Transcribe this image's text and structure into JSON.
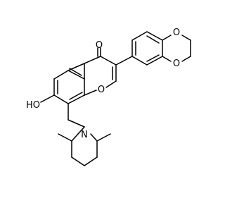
{
  "molecule": {
    "atom_labels": {
      "carbonyl_oxygen": "O",
      "hydroxyl": "HO",
      "chromone_ring_oxygen": "O",
      "dioxane_oxygen_top": "O",
      "dioxane_oxygen_bottom": "O",
      "piperidine_nitrogen": "N"
    },
    "colors": {
      "bond": "#000000",
      "label": "#000000",
      "background": "#ffffff"
    }
  }
}
